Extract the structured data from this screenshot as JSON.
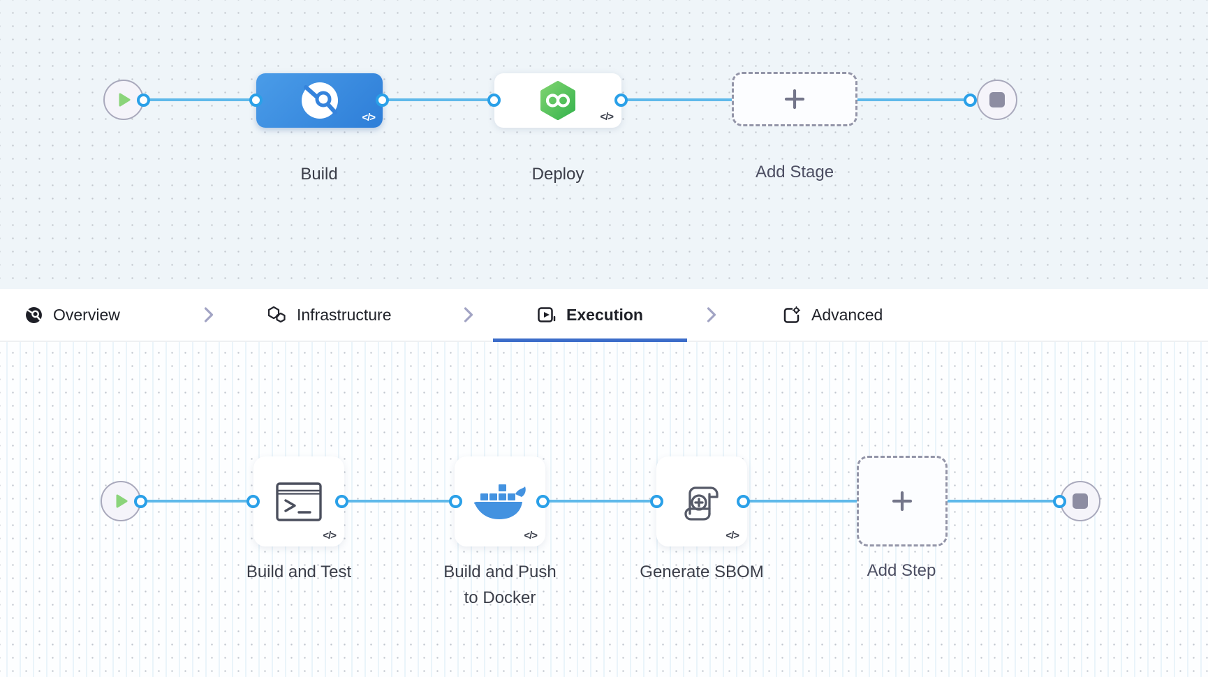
{
  "colors": {
    "connector_blue": "#5fb9ea",
    "port_ring_blue": "#2aa0e8",
    "active_tab_underline": "#3b6cc9",
    "build_stage_blue": "#3a8ce0",
    "deploy_hex_green": "#4cbf55",
    "docker_blue": "#4392e0",
    "play_green": "#8bd47a",
    "canvas_top_bg": "#eff5f9",
    "canvas_bottom_bg": "#fdfeff"
  },
  "stage_pipeline": {
    "start_node_icon": "play-icon",
    "end_node_icon": "stop-icon",
    "stages": [
      {
        "name": "Build",
        "icon": "ci-build-icon",
        "code_badge": "</>"
      },
      {
        "name": "Deploy",
        "icon": "cd-deploy-icon",
        "code_badge": "</>"
      }
    ],
    "add_stage_label": "Add Stage",
    "add_icon": "plus-icon"
  },
  "tabs": {
    "items": [
      {
        "label": "Overview",
        "icon": "overview-icon",
        "active": false
      },
      {
        "label": "Infrastructure",
        "icon": "infrastructure-icon",
        "active": false
      },
      {
        "label": "Execution",
        "icon": "execution-icon",
        "active": true
      },
      {
        "label": "Advanced",
        "icon": "advanced-icon",
        "active": false
      }
    ],
    "separator_icon": "chevron-right-icon"
  },
  "execution_pipeline": {
    "start_node_icon": "play-icon",
    "end_node_icon": "stop-icon",
    "steps": [
      {
        "name": "Build and Test",
        "icon": "terminal-icon",
        "code_badge": "</>"
      },
      {
        "name": "Build and Push to Docker",
        "icon": "docker-icon",
        "code_badge": "</>"
      },
      {
        "name": "Generate SBOM",
        "icon": "sbom-scroll-icon",
        "code_badge": "</>"
      }
    ],
    "add_step_label": "Add Step",
    "add_icon": "plus-icon"
  }
}
